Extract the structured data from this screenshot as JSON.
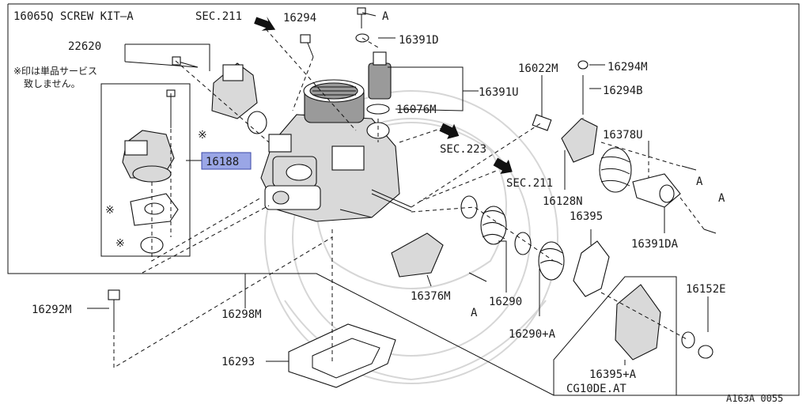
{
  "diagram": {
    "labels": {
      "screw_kit": "16065Q SCREW KIT—A",
      "sec211_top": "SEC.211",
      "p16294": "16294",
      "pA_top": "A",
      "p16391D": "16391D",
      "p22620": "22620",
      "note_line1": "※印は単品サービス",
      "note_line2": "致しません。",
      "p16022M": "16022M",
      "p16294M": "16294M",
      "p16076M": "16076M",
      "p16391U": "16391U",
      "p16294B": "16294B",
      "p16378U": "16378U",
      "sec223": "SEC.223",
      "p16188": "16188",
      "sec211_mid": "SEC.211",
      "p16128N": "16128N",
      "pA_right1": "A",
      "pA_right2": "A",
      "p16395": "16395",
      "p16391DA": "16391DA",
      "p16376M": "16376M",
      "p16290": "16290",
      "pA_bottom": "A",
      "p16290A": "16290+A",
      "p16292M": "16292M",
      "p16298M": "16298M",
      "p16152E": "16152E",
      "p16293": "16293",
      "p16395A": "16395+A",
      "cg10de": "CG10DE.AT",
      "diagram_code": "A163A 0055",
      "star1": "※",
      "star2": "※",
      "star3": "※"
    },
    "highlight_part": "16188",
    "highlight_color": "#9aa6e6"
  }
}
